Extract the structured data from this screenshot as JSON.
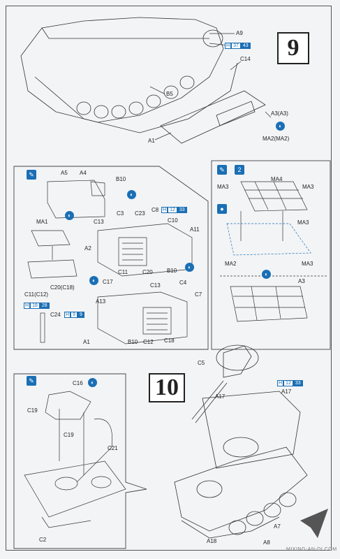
{
  "steps": {
    "step9": "9",
    "step10": "10"
  },
  "labels": {
    "a9": "A9",
    "h37": "H",
    "h37_num": "37",
    "h37_num2": "43",
    "c14": "C14",
    "b5": "B5",
    "a1_top": "A1",
    "a3a3": "A3(A3)",
    "ma2ma2": "MA2(MA2)",
    "a5": "A5",
    "a4": "A4",
    "b10_top": "B10",
    "c3": "C3",
    "c23": "C23",
    "c8": "C8",
    "h12a": "H",
    "h12a_num": "12",
    "h12a_num2": "33",
    "c13_a": "C13",
    "c10": "C10",
    "a11": "A11",
    "ma1": "MA1",
    "a2": "A2",
    "c11": "C11",
    "c20": "C20",
    "b10_mid": "B10",
    "c20c18": "C20(C18)",
    "c11c12": "C11(C12)",
    "c17": "C17",
    "c13_b": "C13",
    "c4": "C4",
    "a13": "A13",
    "c7": "C7",
    "h18": "H",
    "h18_num": "18",
    "h18_num2": "28",
    "c24": "C24",
    "h9": "H",
    "h9_num": "9",
    "h9_num2": "9",
    "a1_bot": "A1",
    "b10_bot": "B10",
    "c12": "C12",
    "c18": "C18",
    "ma4": "MA4",
    "ma3_l": "MA3",
    "ma3_r": "MA3",
    "ma3_mid": "MA3",
    "ma2": "MA2",
    "ma3_b": "MA3",
    "a3": "A3",
    "c5": "C5",
    "h12b": "H",
    "h12b_num": "12",
    "h12b_num2": "33",
    "a17_r": "A17",
    "a17_l": "A17",
    "c16": "C16",
    "c19_a": "C19",
    "c19_b": "C19",
    "c21": "C21",
    "c2": "C2",
    "a7": "A7",
    "a18": "A18",
    "a8": "A8",
    "watermark": "MIXING-AN-DI.COM"
  },
  "icons": {
    "glue": "glue-icon",
    "option": "option-icon",
    "paint": "paint-icon"
  },
  "colors": {
    "accent": "#1a6fb5",
    "line": "#333333",
    "paper": "#f3f4f6"
  }
}
